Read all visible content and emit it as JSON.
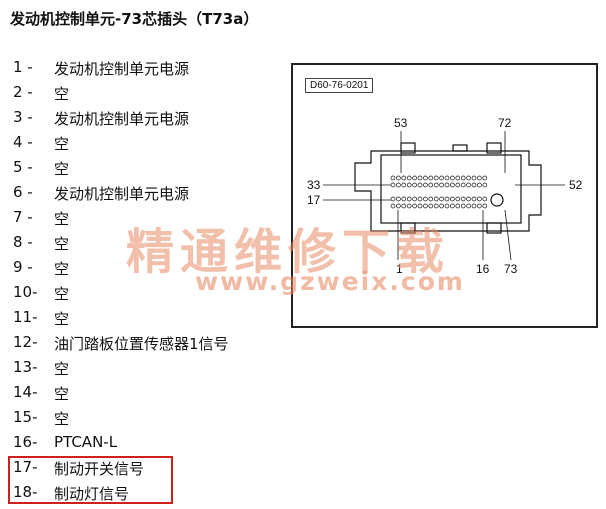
{
  "title": "发动机控制单元-73芯插头（T73a）",
  "pins": [
    {
      "num": "1 -",
      "desc": "发动机控制单元电源"
    },
    {
      "num": "2 -",
      "desc": "空"
    },
    {
      "num": "3 -",
      "desc": "发动机控制单元电源"
    },
    {
      "num": "4 -",
      "desc": "空"
    },
    {
      "num": "5 -",
      "desc": "空"
    },
    {
      "num": "6 -",
      "desc": "发动机控制单元电源"
    },
    {
      "num": "7 -",
      "desc": "空"
    },
    {
      "num": "8 -",
      "desc": "空"
    },
    {
      "num": "9 -",
      "desc": "空"
    },
    {
      "num": "10-",
      "desc": "空"
    },
    {
      "num": "11-",
      "desc": "空"
    },
    {
      "num": "12-",
      "desc": "油门踏板位置传感器1信号"
    },
    {
      "num": "13-",
      "desc": "空"
    },
    {
      "num": "14-",
      "desc": "空"
    },
    {
      "num": "15-",
      "desc": "空"
    },
    {
      "num": "16-",
      "desc": "PTCAN-L"
    },
    {
      "num": "17-",
      "desc": "制动开关信号"
    },
    {
      "num": "18-",
      "desc": "制动灯信号"
    }
  ],
  "highlight_color": "#d11f1f",
  "figure": {
    "code": "D60-76-0201",
    "labels": {
      "l53": "53",
      "l72": "72",
      "l33": "33",
      "l17": "17",
      "l52": "52",
      "l1": "1",
      "l16": "16",
      "l73": "73"
    }
  },
  "watermark": {
    "text": "精通维修下载",
    "url": "www.gzweix.com"
  }
}
